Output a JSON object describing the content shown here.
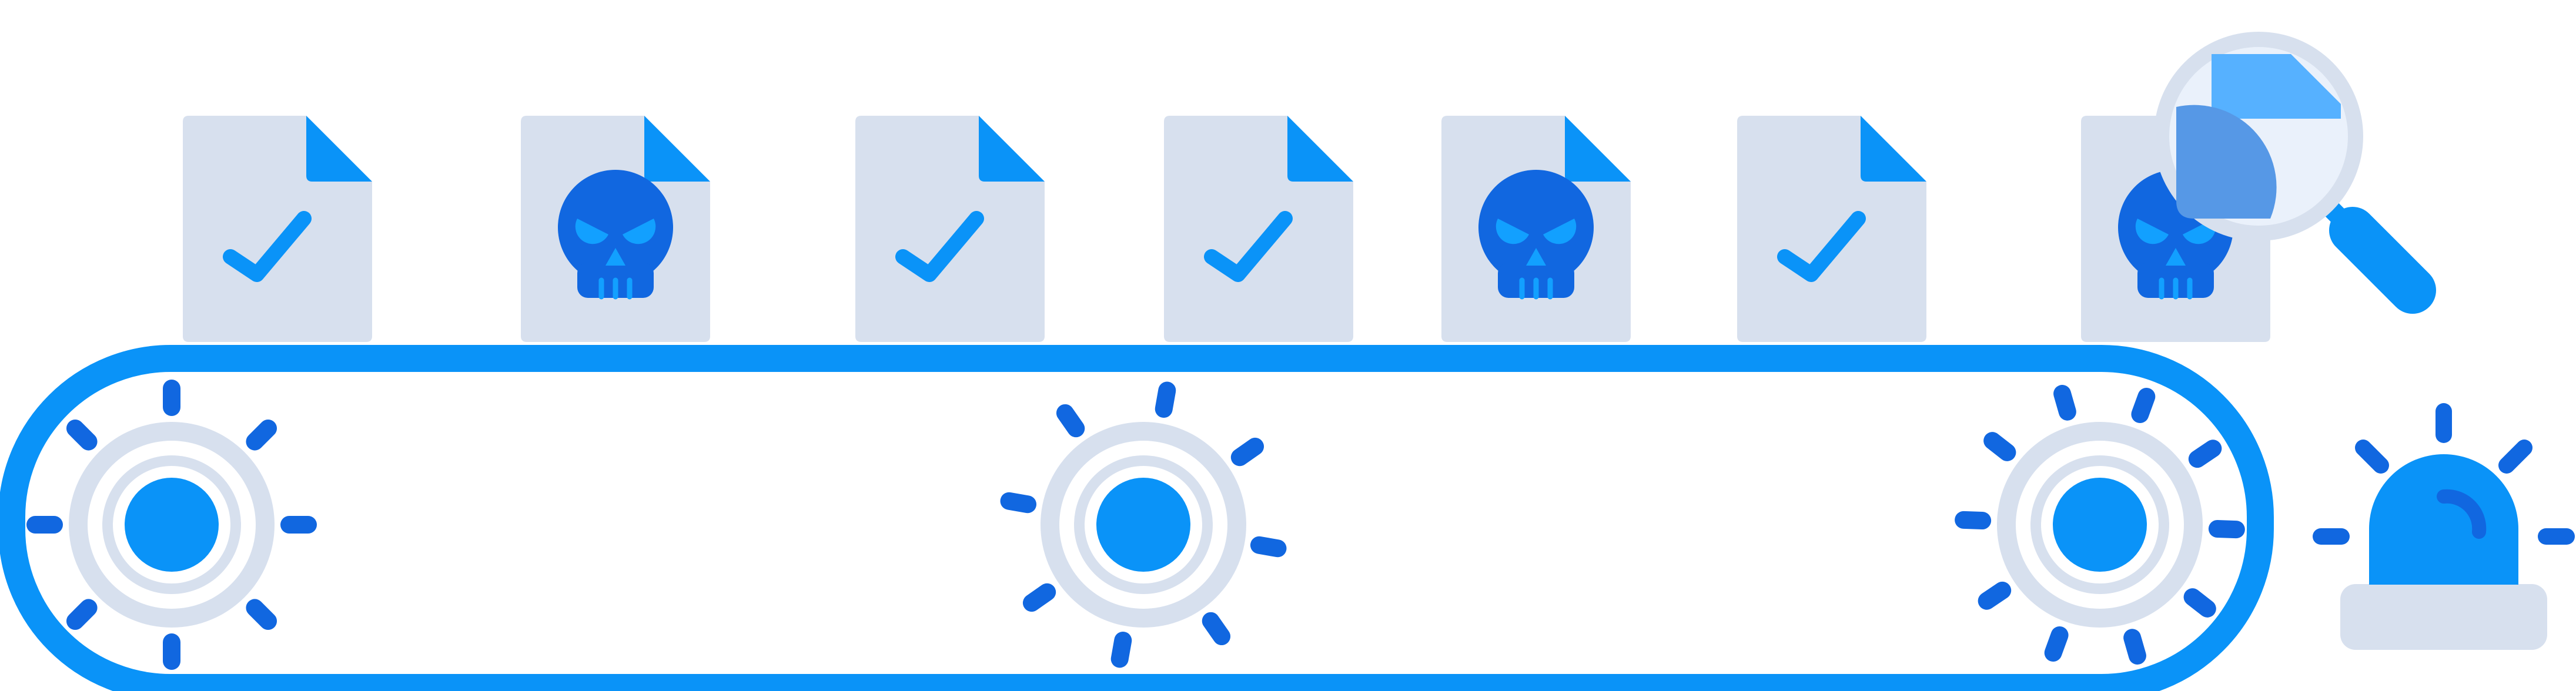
{
  "colors": {
    "background": "#ffffff",
    "document": "#d7e0ee",
    "document_fold": "#0a93f8",
    "check": "#0a93f8",
    "skull": "#1167e0",
    "skull_feature": "#12a0ff",
    "belt": "#0a93f8",
    "gear_ring": "#d7e0ee",
    "gear_hub": "#0a93f8",
    "gear_tick": "#1167e0",
    "magnifier_lens": "#d7e0ee",
    "magnifier_handle": "#0a93f8",
    "alarm_light": "#0a93f8",
    "alarm_base": "#d7e0ee",
    "alarm_rays": "#1167e0"
  },
  "documents": [
    {
      "name": "document-clean-1",
      "status": "clean",
      "icon": "check-icon"
    },
    {
      "name": "document-malicious-1",
      "status": "malicious",
      "icon": "skull-icon"
    },
    {
      "name": "document-clean-2",
      "status": "clean",
      "icon": "check-icon"
    },
    {
      "name": "document-clean-3",
      "status": "clean",
      "icon": "check-icon"
    },
    {
      "name": "document-malicious-2",
      "status": "malicious",
      "icon": "skull-icon"
    },
    {
      "name": "document-clean-4",
      "status": "clean",
      "icon": "check-icon"
    },
    {
      "name": "document-malicious-3",
      "status": "malicious",
      "icon": "skull-icon"
    }
  ],
  "conveyor": {
    "icon": "conveyor-belt-icon",
    "gears": [
      "gear-icon",
      "gear-icon",
      "gear-icon"
    ]
  },
  "scanner": {
    "icon": "magnifying-glass-icon"
  },
  "alert": {
    "icon": "alarm-siren-icon"
  }
}
